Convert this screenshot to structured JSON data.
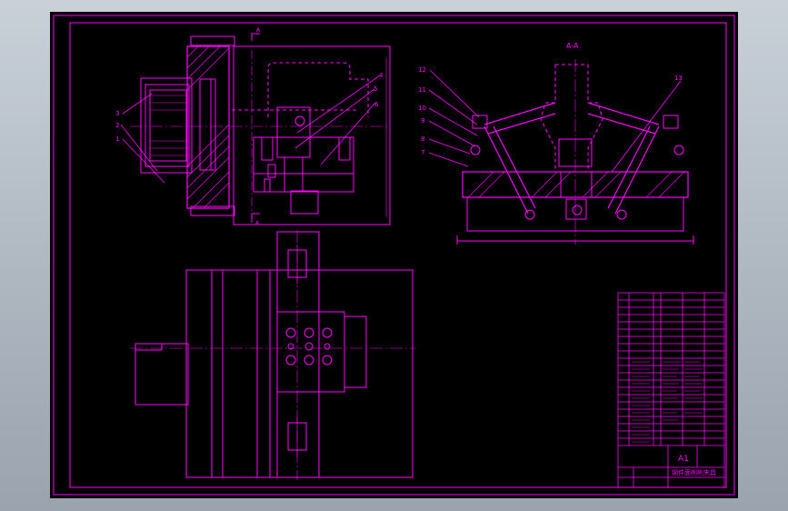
{
  "section_title": "A-A",
  "section_marker_top": "A",
  "section_marker_bottom": "A",
  "part_numbers_left": [
    "4",
    "5",
    "6",
    "3",
    "2",
    "1"
  ],
  "part_numbers_right": [
    "12",
    "11",
    "10",
    "9",
    "8",
    "7",
    "13"
  ],
  "sheet_size": "A1",
  "drawing_name": "钢件面削削夹具",
  "colors": {
    "background": "#000000",
    "outline": "#ff00ff",
    "centerline": "#ff00ff",
    "frame_page": "#a9b1bb"
  }
}
